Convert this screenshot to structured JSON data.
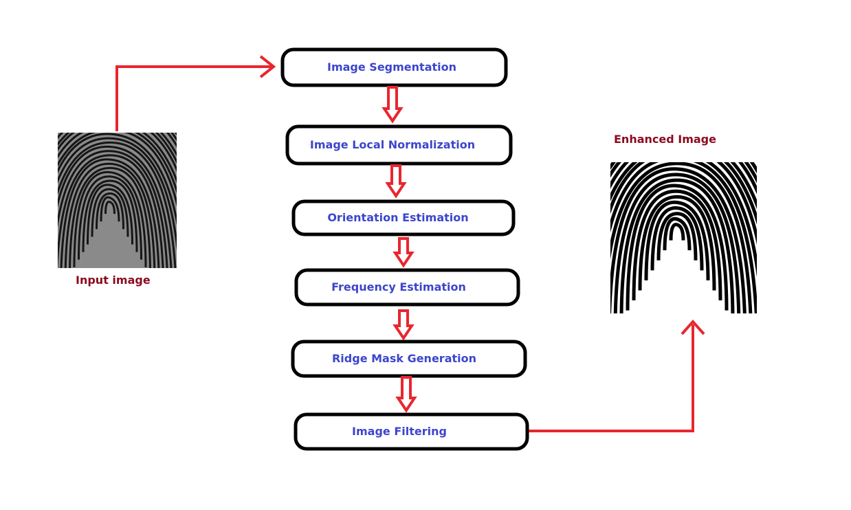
{
  "labels": {
    "input": "Input image",
    "enhanced": "Enhanced Image"
  },
  "steps": [
    "Image Segmentation",
    "Image Local Normalization",
    "Orientation Estimation",
    "Frequency Estimation",
    "Ridge Mask Generation",
    "Image Filtering"
  ],
  "colors": {
    "arrow": "#e8262f",
    "step_text": "#3c45cc",
    "label_text": "#8b0a1e",
    "box_border": "#000000"
  }
}
